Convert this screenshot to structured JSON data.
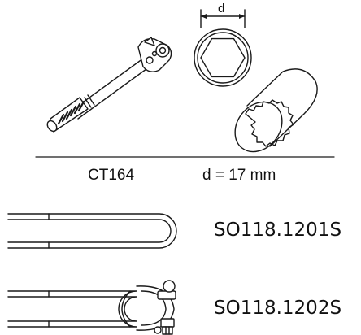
{
  "tools": {
    "ratchet_code": "CT164",
    "socket_size": "d = 17 mm",
    "dimension_letter": "d"
  },
  "parts": [
    {
      "code": "SO118.1201S"
    },
    {
      "code": "SO118.1202S"
    }
  ]
}
